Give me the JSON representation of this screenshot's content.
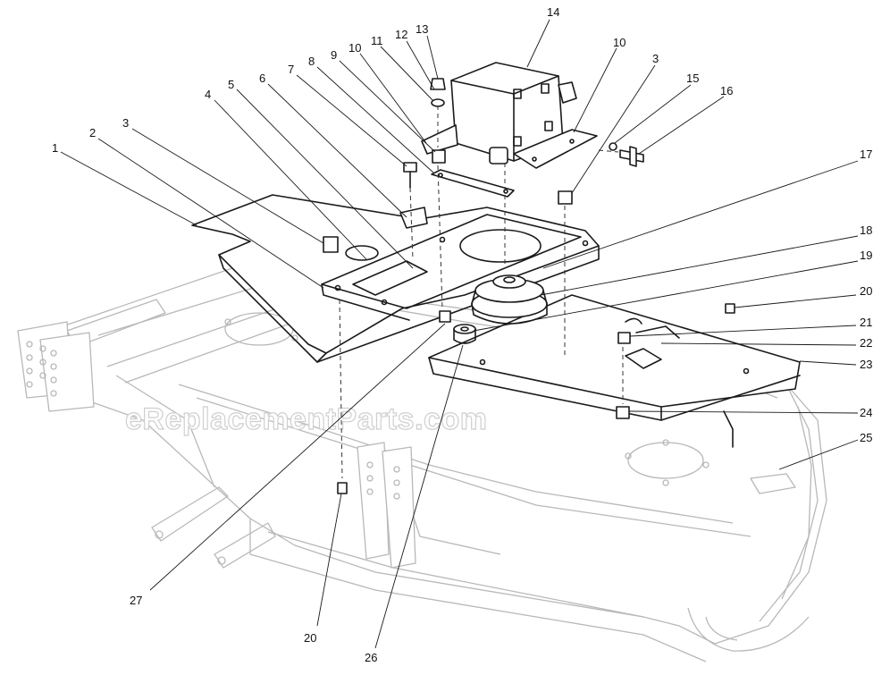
{
  "watermark": "eReplacementParts.com",
  "callouts": [
    {
      "id": "c1",
      "text": "1"
    },
    {
      "id": "c2",
      "text": "2"
    },
    {
      "id": "c3a",
      "text": "3"
    },
    {
      "id": "c4",
      "text": "4"
    },
    {
      "id": "c5",
      "text": "5"
    },
    {
      "id": "c6",
      "text": "6"
    },
    {
      "id": "c7",
      "text": "7"
    },
    {
      "id": "c8",
      "text": "8"
    },
    {
      "id": "c9",
      "text": "9"
    },
    {
      "id": "c10a",
      "text": "10"
    },
    {
      "id": "c11",
      "text": "11"
    },
    {
      "id": "c12",
      "text": "12"
    },
    {
      "id": "c13",
      "text": "13"
    },
    {
      "id": "c14",
      "text": "14"
    },
    {
      "id": "c10b",
      "text": "10"
    },
    {
      "id": "c3b",
      "text": "3"
    },
    {
      "id": "c15",
      "text": "15"
    },
    {
      "id": "c16",
      "text": "16"
    },
    {
      "id": "c17",
      "text": "17"
    },
    {
      "id": "c18",
      "text": "18"
    },
    {
      "id": "c19",
      "text": "19"
    },
    {
      "id": "c20a",
      "text": "20"
    },
    {
      "id": "c21",
      "text": "21"
    },
    {
      "id": "c22",
      "text": "22"
    },
    {
      "id": "c23",
      "text": "23"
    },
    {
      "id": "c24",
      "text": "24"
    },
    {
      "id": "c25",
      "text": "25"
    },
    {
      "id": "c27",
      "text": "27"
    },
    {
      "id": "c20b",
      "text": "20"
    },
    {
      "id": "c26",
      "text": "26"
    }
  ]
}
